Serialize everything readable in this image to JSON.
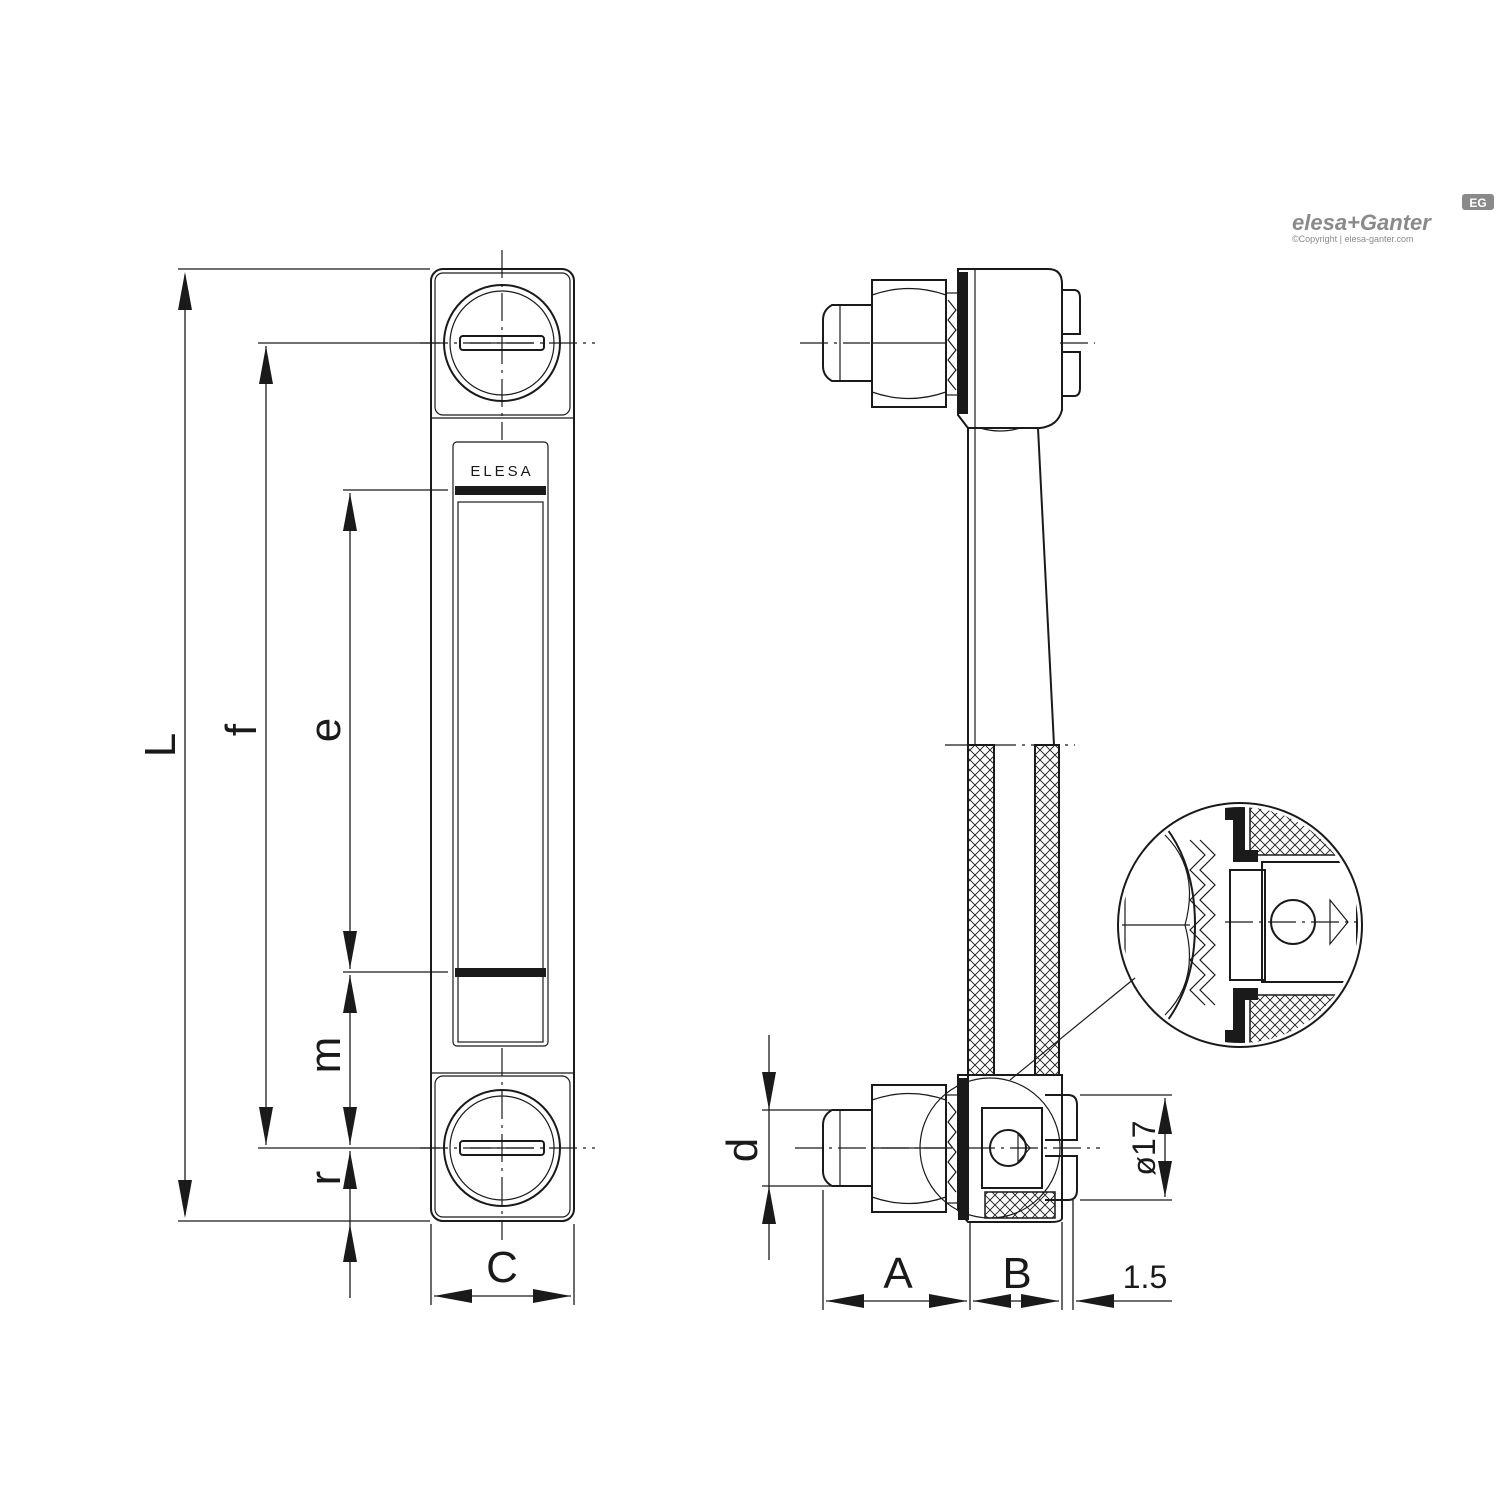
{
  "logo": {
    "brand_text": "elesa+Ganter",
    "badge_text": "EG",
    "copyright": "©Copyright | elesa-ganter.com"
  },
  "product_marking": "ELESA",
  "dimensions": {
    "L": "L",
    "f": "f",
    "e": "e",
    "m": "m",
    "r": "r",
    "C": "C",
    "d": "d",
    "A": "A",
    "B": "B",
    "dia17": "ø17",
    "t15": "1.5"
  }
}
